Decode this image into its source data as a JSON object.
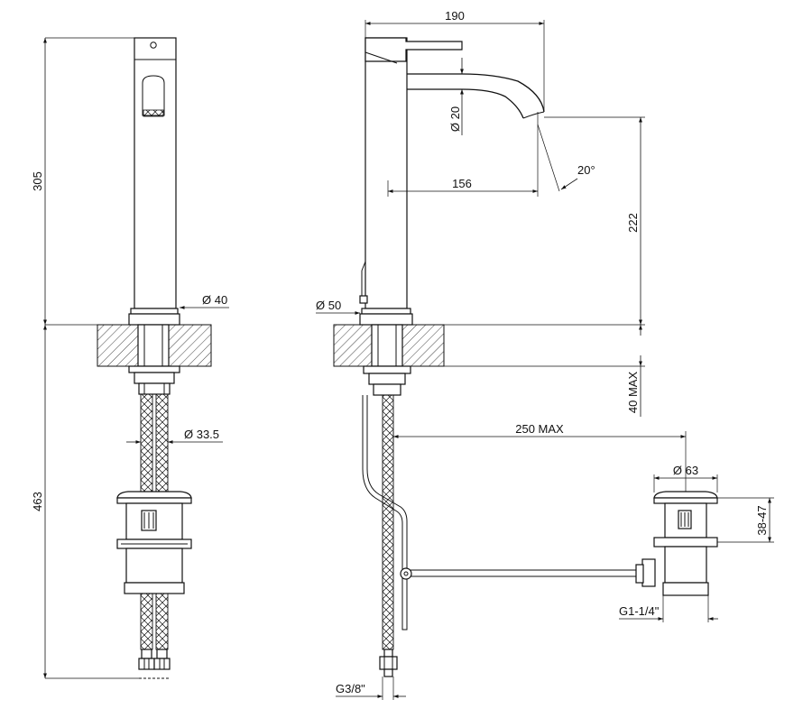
{
  "dimensions": {
    "total_top_height": "305",
    "total_bottom_height": "463",
    "body_diameter": "Ø 40",
    "hose_diameter": "Ø 33.5",
    "spout_reach": "190",
    "spout_diameter": "Ø 20",
    "angle": "20°",
    "reach_156": "156",
    "spout_height": "222",
    "base_diameter": "Ø 50",
    "deck_thickness": "40 MAX",
    "drain_distance": "250 MAX",
    "waste_diameter": "Ø 63",
    "waste_height": "38-47",
    "waste_thread": "G1-1/4\"",
    "inlet_thread": "G3/8\""
  }
}
